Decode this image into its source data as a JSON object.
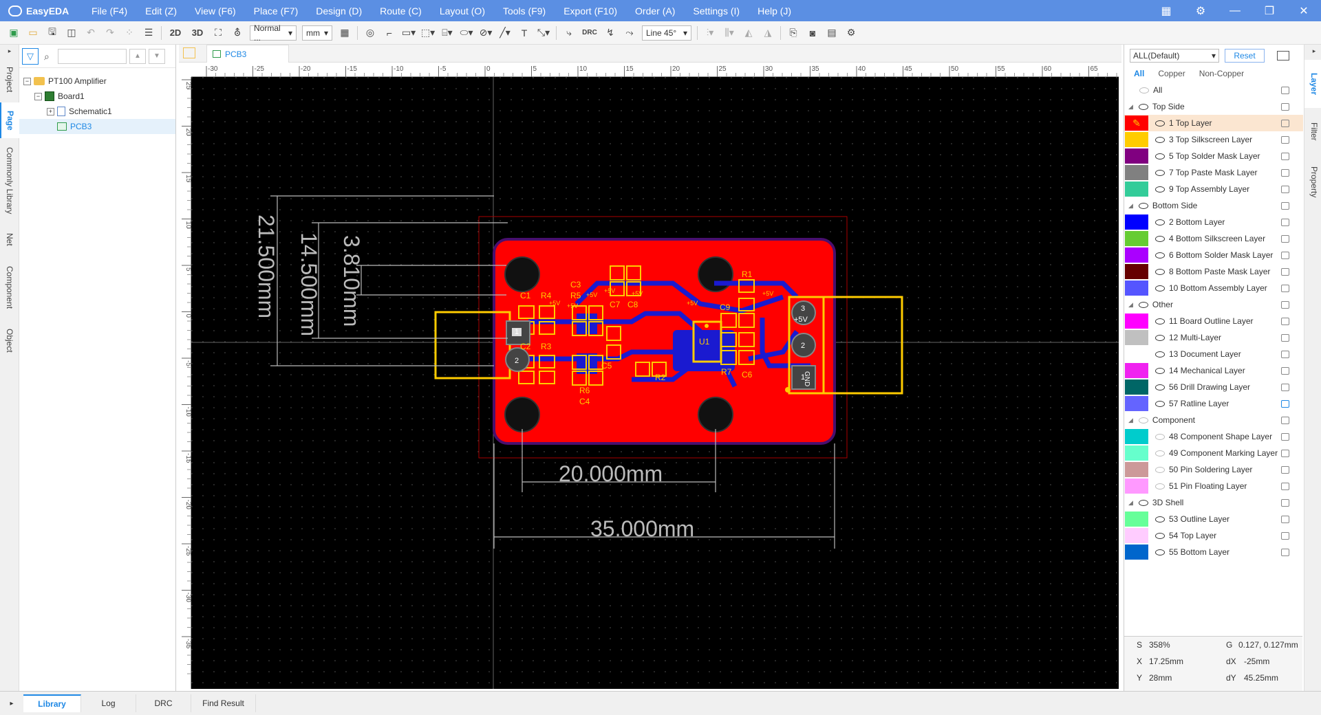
{
  "app": {
    "name": "EasyEDA",
    "menus": [
      "File (F4)",
      "Edit (Z)",
      "View (F6)",
      "Place (F7)",
      "Design (D)",
      "Route (C)",
      "Layout (O)",
      "Tools (F9)",
      "Export (F10)",
      "Order (A)",
      "Settings (I)",
      "Help (J)"
    ]
  },
  "toolbar": {
    "view_2d": "2D",
    "view_3d": "3D",
    "mode_select": "Normal ...",
    "unit_select": "mm",
    "drc_label": "DRC",
    "route_mode": "Line 45°"
  },
  "left_tabs": [
    "Project",
    "Page",
    "Commonly Library",
    "Net",
    "Component",
    "Object"
  ],
  "tree": {
    "project": "PT100 Amplifier",
    "board": "Board1",
    "schematic": "Schematic1",
    "pcb": "PCB3"
  },
  "doc_tab": "PCB3",
  "ruler": {
    "h_labels": [
      "-30",
      "-25",
      "-20",
      "-15",
      "-10",
      "-5",
      "0",
      "5",
      "10",
      "15",
      "20",
      "25",
      "30",
      "35",
      "40",
      "45",
      "50",
      "55",
      "60",
      "65"
    ],
    "v_labels": [
      "25",
      "20",
      "15",
      "10",
      "5",
      "0",
      "-5",
      "-10",
      "-15",
      "-20",
      "-25",
      "-30",
      "-35"
    ]
  },
  "pcb": {
    "dimensions": {
      "height_total": "21.500mm",
      "height_holes": "14.500mm",
      "pin_pitch": "3.810mm",
      "width_holes": "20.000mm",
      "width_total": "35.000mm"
    },
    "designators": [
      "C1",
      "R4",
      "C3",
      "R5",
      "C7",
      "C8",
      "R1",
      "C9",
      "U1",
      "C2",
      "R3",
      "C5",
      "R6",
      "C4",
      "R2",
      "R7",
      "C6"
    ],
    "net_label": "+5V",
    "pad_labels": {
      "left_pad_1": "1",
      "left_pad_2": "2",
      "right_pad_3": "3",
      "right_pad_2": "2",
      "right_pad_1": "1",
      "vcc": "+5V",
      "gnd": "GND"
    }
  },
  "layers_panel": {
    "preset": "ALL(Default)",
    "reset_label": "Reset",
    "filters": [
      "All",
      "Copper",
      "Non-Copper"
    ],
    "all_label": "All",
    "groups": [
      {
        "name": "Top Side",
        "layers": [
          {
            "name": "1 Top Layer",
            "color": "#ff0000",
            "active": true
          },
          {
            "name": "3 Top Silkscreen Layer",
            "color": "#ffcc00"
          },
          {
            "name": "5 Top Solder Mask Layer",
            "color": "#800080"
          },
          {
            "name": "7 Top Paste Mask Layer",
            "color": "#808080"
          },
          {
            "name": "9 Top Assembly Layer",
            "color": "#33cc99"
          }
        ]
      },
      {
        "name": "Bottom Side",
        "layers": [
          {
            "name": "2 Bottom Layer",
            "color": "#0000ff"
          },
          {
            "name": "4 Bottom Silkscreen Layer",
            "color": "#66cc33"
          },
          {
            "name": "6 Bottom Solder Mask Layer",
            "color": "#aa00ff"
          },
          {
            "name": "8 Bottom Paste Mask Layer",
            "color": "#660000"
          },
          {
            "name": "10 Bottom Assembly Layer",
            "color": "#5555ff"
          }
        ]
      },
      {
        "name": "Other",
        "layers": [
          {
            "name": "11 Board Outline Layer",
            "color": "#ff00ff"
          },
          {
            "name": "12 Multi-Layer",
            "color": "#c0c0c0"
          },
          {
            "name": "13 Document Layer",
            "color": "#ffffff"
          },
          {
            "name": "14 Mechanical Layer",
            "color": "#f022f0"
          },
          {
            "name": "56 Drill Drawing Layer",
            "color": "#006666"
          },
          {
            "name": "57 Ratline Layer",
            "color": "#6464ff"
          }
        ]
      },
      {
        "name": "Component",
        "layers": [
          {
            "name": "48 Component Shape Layer",
            "color": "#00cccc"
          },
          {
            "name": "49 Component Marking Layer",
            "color": "#66ffcc"
          },
          {
            "name": "50 Pin Soldering Layer",
            "color": "#cc9999"
          },
          {
            "name": "51 Pin Floating Layer",
            "color": "#ff99ff"
          }
        ]
      },
      {
        "name": "3D Shell",
        "layers": [
          {
            "name": "53 Outline Layer",
            "color": "#66ff99"
          },
          {
            "name": "54 Top Layer",
            "color": "#ffccff"
          },
          {
            "name": "55 Bottom Layer",
            "color": "#0066cc"
          }
        ]
      }
    ]
  },
  "right_tabs": [
    "Layer",
    "Filter",
    "Property"
  ],
  "status": {
    "s_label": "S",
    "s_value": "358%",
    "g_label": "G",
    "g_value": "0.127, 0.127mm",
    "x_label": "X",
    "x_value": "17.25mm",
    "dx_label": "dX",
    "dx_value": "-25mm",
    "y_label": "Y",
    "y_value": "28mm",
    "dy_label": "dY",
    "dy_value": "45.25mm"
  },
  "bottom_tabs": [
    "Library",
    "Log",
    "DRC",
    "Find Result"
  ]
}
